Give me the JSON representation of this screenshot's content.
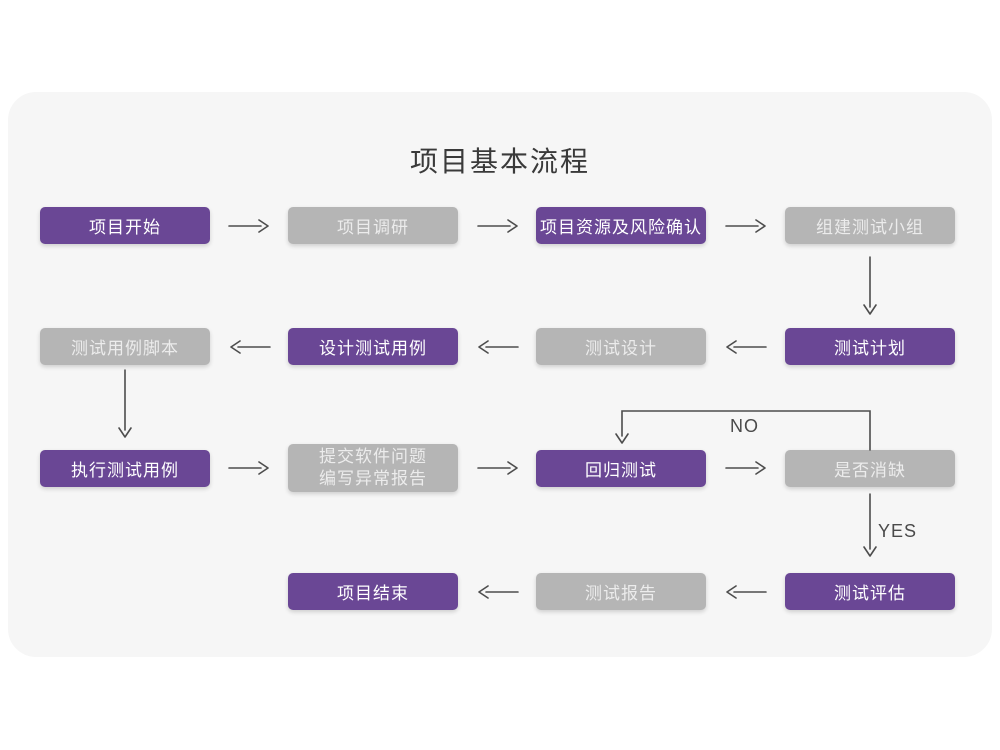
{
  "title": "项目基本流程",
  "colors": {
    "accent_purple": "#6a4795",
    "box_gray": "#b5b5b5",
    "card_background": "#f6f6f6",
    "arrow": "#4d4d4d"
  },
  "edge_labels": {
    "no": "NO",
    "yes": "YES"
  },
  "nodes": [
    {
      "id": "project-start",
      "label": "项目开始",
      "variant": "purple"
    },
    {
      "id": "project-research",
      "label": "项目调研",
      "variant": "gray"
    },
    {
      "id": "resources-risk",
      "label": "项目资源及风险确认",
      "variant": "purple"
    },
    {
      "id": "build-test-team",
      "label": "组建测试小组",
      "variant": "gray"
    },
    {
      "id": "test-case-script",
      "label": "测试用例脚本",
      "variant": "gray"
    },
    {
      "id": "design-test-case",
      "label": "设计测试用例",
      "variant": "purple"
    },
    {
      "id": "test-design",
      "label": "测试设计",
      "variant": "gray"
    },
    {
      "id": "test-plan",
      "label": "测试计划",
      "variant": "purple"
    },
    {
      "id": "execute-test-case",
      "label": "执行测试用例",
      "variant": "purple"
    },
    {
      "id": "submit-issue-report",
      "label": "提交软件问题\n编写异常报告",
      "variant": "gray"
    },
    {
      "id": "regression-test",
      "label": "回归测试",
      "variant": "purple"
    },
    {
      "id": "defect-cleared",
      "label": "是否消缺",
      "variant": "gray"
    },
    {
      "id": "project-end",
      "label": "项目结束",
      "variant": "purple"
    },
    {
      "id": "test-report",
      "label": "测试报告",
      "variant": "gray"
    },
    {
      "id": "test-evaluation",
      "label": "测试评估",
      "variant": "purple"
    }
  ]
}
